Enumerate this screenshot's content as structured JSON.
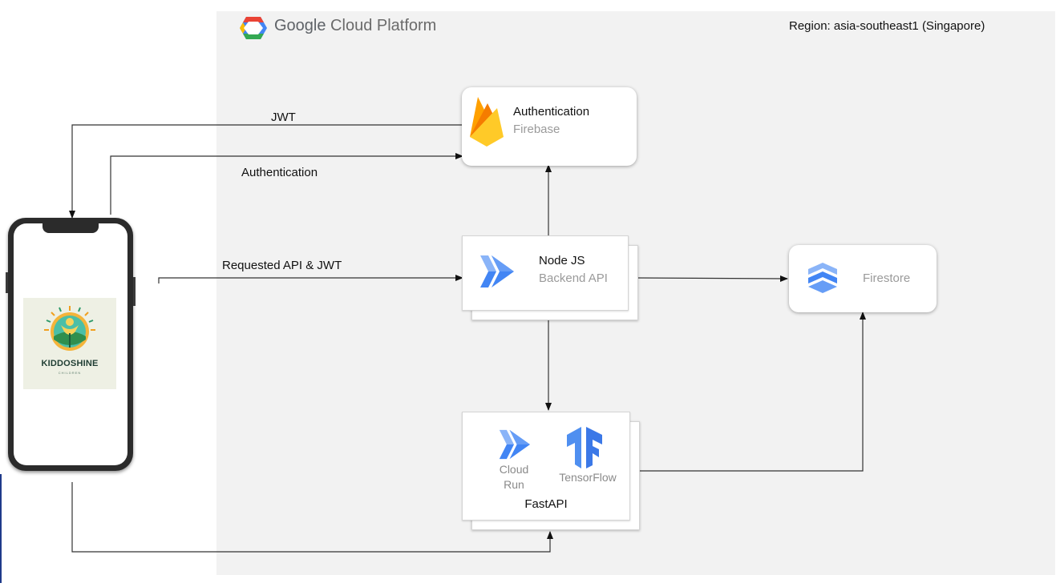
{
  "platform": {
    "title_google": "Google",
    "title_rest": " Cloud Platform",
    "region": "Region: asia-southeast1 (Singapore)"
  },
  "nodes": {
    "auth": {
      "title": "Authentication",
      "subtitle": "Firebase",
      "icon": "firebase-flame-icon"
    },
    "node": {
      "title": "Node JS",
      "subtitle": "Backend API",
      "icon": "cloud-run-icon"
    },
    "firestore": {
      "title": "Firestore",
      "icon": "firestore-icon"
    },
    "fastapi": {
      "title": "FastAPI",
      "cloudrun_line1": "Cloud",
      "cloudrun_line2": "Run",
      "tensorflow": "TensorFlow"
    }
  },
  "edges": {
    "jwt": "JWT",
    "authentication": "Authentication",
    "requested": "Requested API & JWT"
  },
  "app": {
    "logo_name": "KIDDOSHINE",
    "logo_sub": "CHILDREN"
  },
  "colors": {
    "firebase_yellow": "#FFCA28",
    "firebase_orange": "#F57C00",
    "google_blue": "#4285F4",
    "tensorflow_blue": "#4F8FF0"
  }
}
